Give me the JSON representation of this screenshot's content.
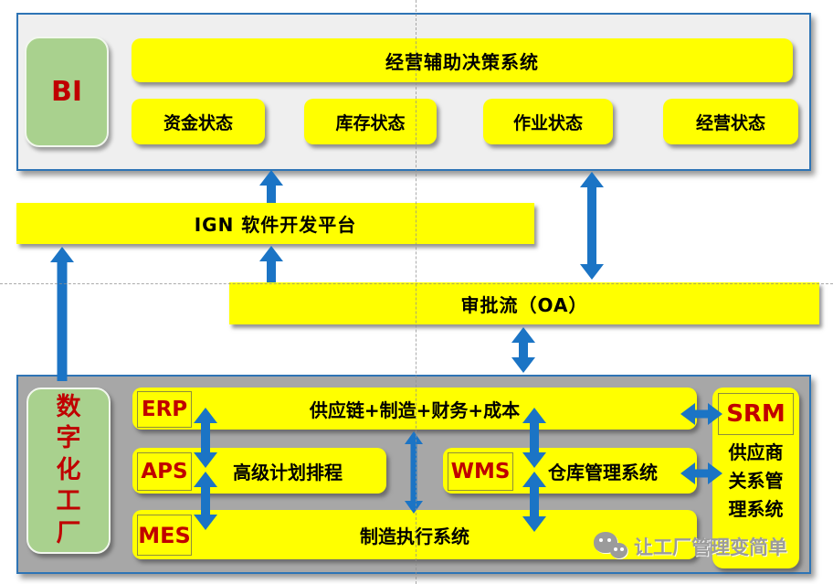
{
  "colors": {
    "yellow": "#ffff00",
    "green": "#a9d18e",
    "red_text": "#c00000",
    "arrow_blue": "#1b74c5",
    "section_border_blue": "#2e74b5",
    "top_section_bg": "#efefef",
    "bottom_section_bg": "#a7a7a7"
  },
  "bi_section": {
    "label": "BI",
    "decision_system": "经营辅助决策系统",
    "status_boxes": [
      "资金状态",
      "库存状态",
      "作业状态",
      "经营状态"
    ]
  },
  "platform_bar": {
    "label": "IGN 软件开发平台"
  },
  "oa_bar": {
    "label": "审批流（OA）"
  },
  "factory_section": {
    "label": "数字化工厂",
    "erp": {
      "code": "ERP",
      "label": "供应链+制造+财务+成本"
    },
    "aps": {
      "code": "APS",
      "label": "高级计划排程"
    },
    "wms": {
      "code": "WMS",
      "label": "仓库管理系统"
    },
    "mes": {
      "code": "MES",
      "label": "制造执行系统"
    },
    "srm": {
      "code": "SRM",
      "label_lines": [
        "供应商",
        "关系管",
        "理系统"
      ]
    }
  },
  "watermark": {
    "text": "让工厂管理变简单",
    "icon": "wechat-icon"
  }
}
